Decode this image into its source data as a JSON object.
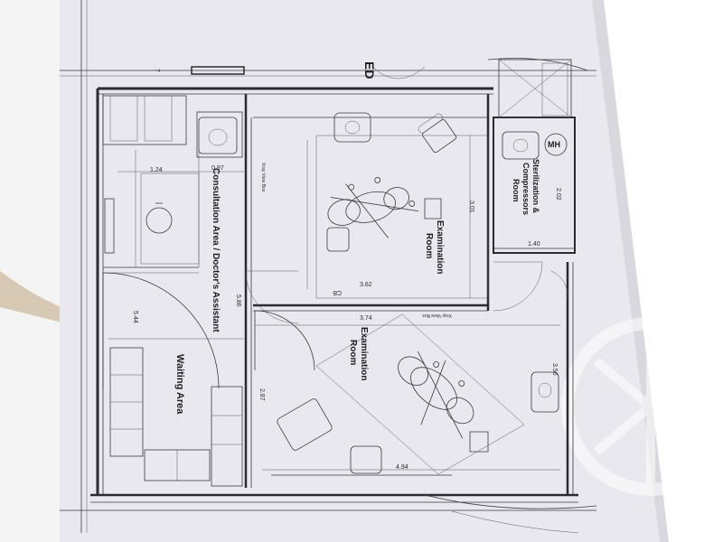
{
  "rooms": {
    "consultation": "Consultation Area / Doctor's Assistant",
    "waiting": "Waiting Area",
    "exam_top": [
      "Examination",
      "Room"
    ],
    "exam_bottom": [
      "Examination",
      "Room"
    ],
    "sterilization": [
      "Sterilization &",
      "Compressors",
      "Room"
    ]
  },
  "dimensions": {
    "d124": "1.24",
    "d097": "0.97",
    "d362": "3.62",
    "d301": "3.01",
    "d374": "3.74",
    "d544": "5.44",
    "d586": "5.86",
    "d287": "2.87",
    "d494": "4.94",
    "d140": "1.40",
    "d202": "2.02",
    "d356": "3.56"
  },
  "annotations": {
    "xray_top": "Xray View Box",
    "xray_mid": "Xray-View Box",
    "cb": "CB",
    "ed": "ED",
    "mh": "MH",
    "seven": "7"
  }
}
